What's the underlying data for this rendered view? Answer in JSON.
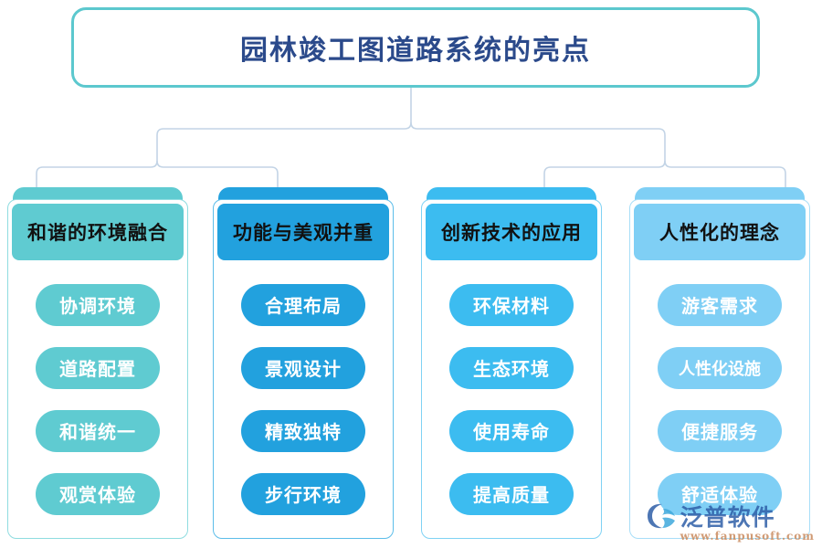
{
  "title": {
    "text": "园林竣工图道路系统的亮点",
    "border_color": "#5CC8CE",
    "text_color": "#2B4A8B"
  },
  "connector": {
    "color": "#C3D4E6",
    "style": "orthogonal-tree"
  },
  "columns": [
    {
      "id": "col-harmony",
      "header": "和谐的环境融合",
      "color": "#5FCBD1",
      "items": [
        "协调环境",
        "道路配置",
        "和谐统一",
        "观赏体验"
      ]
    },
    {
      "id": "col-function-beauty",
      "header": "功能与美观并重",
      "color": "#22A1DE",
      "items": [
        "合理布局",
        "景观设计",
        "精致独特",
        "步行环境"
      ]
    },
    {
      "id": "col-innovation",
      "header": "创新技术的应用",
      "color": "#3CBCF0",
      "items": [
        "环保材料",
        "生态环境",
        "使用寿命",
        "提高质量"
      ]
    },
    {
      "id": "col-humanized",
      "header": "人性化的理念",
      "color": "#7FCFF5",
      "items": [
        "游客需求",
        "人性化设施",
        "便捷服务",
        "舒适体验"
      ]
    }
  ],
  "watermark": {
    "name": "泛普软件",
    "url": "www.fanpusoft.com",
    "name_color": "#2F5FA8",
    "url_color": "#C98A5E"
  }
}
